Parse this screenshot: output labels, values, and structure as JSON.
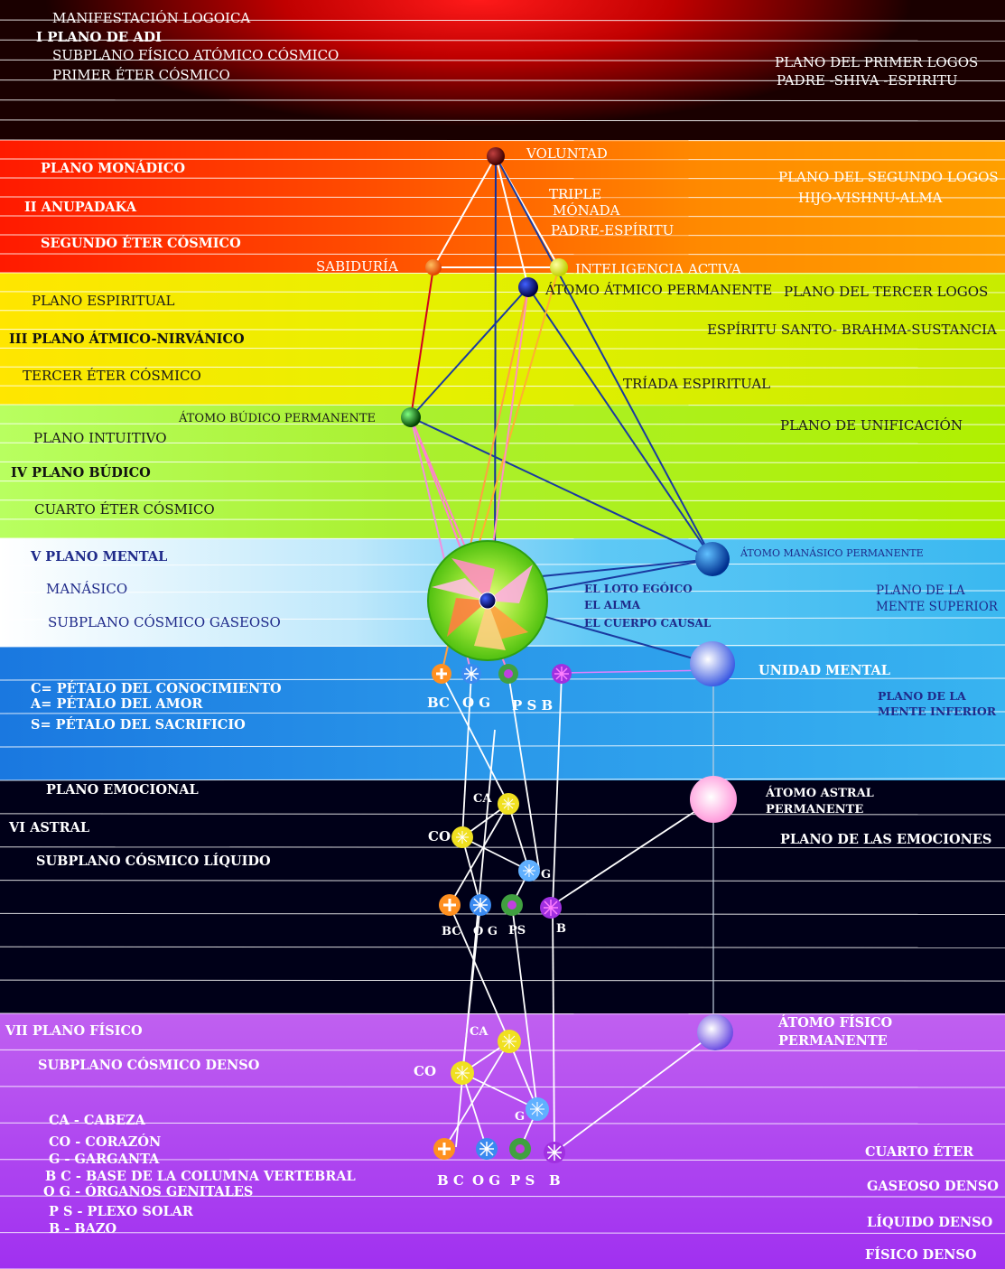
{
  "plane1": {
    "manifestacion": "MANIFESTACIÓN LOGOICA",
    "title": "I   PLANO DE ADI",
    "sub1": "SUBPLANO FÍSICO ATÓMICO CÓSMICO",
    "sub2": "PRIMER ÉTER CÓSMICO",
    "right1": "PLANO DEL PRIMER LOGOS",
    "right2": "PADRE -SHIVA -ESPIRITU"
  },
  "plane2": {
    "title": "PLANO MONÁDICO",
    "name": "II ANUPADAKA",
    "ether": "SEGUNDO ÉTER CÓSMICO",
    "right1": "PLANO DEL SEGUNDO LOGOS",
    "right2": "HIJO-VISHNU-ALMA",
    "voluntad": "VOLUNTAD",
    "triple": "TRIPLE",
    "monada": "MÓNADA",
    "padre": "PADRE-ESPÍRITU",
    "sabiduria": "SABIDURÍA",
    "inteligencia": "INTELIGENCIA ACTIVA"
  },
  "plane3": {
    "espiritual": "PLANO ESPIRITUAL",
    "title": "III PLANO ÁTMICO-NIRVÁNICO",
    "ether": "TERCER ÉTER CÓSMICO",
    "atomo": "ÁTOMO ÁTMICO  PERMANENTE",
    "right1": "PLANO DEL TERCER LOGOS",
    "right2": "ESPÍRITU SANTO- BRAHMA-SUSTANCIA",
    "triada": "TRÍADA ESPIRITUAL"
  },
  "plane4": {
    "atomo": "ÁTOMO BÚDICO PERMANENTE",
    "intuitivo": "PLANO INTUITIVO",
    "title": "IV PLANO BÚDICO",
    "ether": "CUARTO ÉTER CÓSMICO",
    "right": "PLANO DE UNIFICACIÓN"
  },
  "plane5": {
    "title": "V PLANO MENTAL",
    "manasico": "MANÁSICO",
    "sub": "SUBPLANO CÓSMICO GASEOSO",
    "atomo": "ÁTOMO MANÁSICO PERMANENTE",
    "loto": "EL LOTO EGÓICO",
    "alma": "EL ALMA",
    "causal": "EL CUERPO CAUSAL",
    "superior1": "PLANO DE LA",
    "superior2": "MENTE SUPERIOR",
    "unidad": "UNIDAD MENTAL",
    "inferior1": "PLANO   DE   LA",
    "inferior2": "MENTE INFERIOR",
    "petalo_c": "C= PÉTALO DEL CONOCIMIENTO",
    "petalo_a": "A= PÉTALO DEL AMOR",
    "petalo_s": "S= PÉTALO DEL SACRIFICIO",
    "bc": "BC",
    "og": "O G",
    "psb": "P S  B"
  },
  "plane6": {
    "emocional": "PLANO EMOCIONAL",
    "title": "VI    ASTRAL",
    "sub": "SUBPLANO  CÓSMICO LÍQUIDO",
    "atomo1": "ÁTOMO ASTRAL",
    "atomo2": "PERMANENTE",
    "right": "PLANO DE LAS EMOCIONES",
    "ca": "CA",
    "co": "CO",
    "g": "G",
    "bc": "BC",
    "og": "O G",
    "ps": "PS",
    "b": "B"
  },
  "plane7": {
    "title": "VII   PLANO FÍSICO",
    "sub": "SUBPLANO CÓSMICO DENSO",
    "atomo1": "ÁTOMO FÍSICO",
    "atomo2": "PERMANENTE",
    "ca": "CA",
    "co": "CO",
    "g": "G",
    "bc": "B C",
    "og": "O G",
    "ps": "P S",
    "b": "B",
    "legend": [
      "CA  - CABEZA",
      "CO -  CORAZÓN",
      "G   -  GARGANTA",
      "B C - BASE DE LA COLUMNA VERTEBRAL",
      "O G - ÓRGANOS GENITALES",
      "P S - PLEXO SOLAR",
      "B   - BAZO"
    ],
    "sub_right": [
      "CUARTO ÉTER",
      "GASEOSO DENSO",
      "LÍQUIDO DENSO",
      "FÍSICO DENSO"
    ]
  },
  "colors": {
    "plane1": "#d40000",
    "plane2": "#ff7a00",
    "plane3": "#e6f000",
    "plane4": "#aef010",
    "plane5": "#5ec8f5",
    "plane6": "#0010c8",
    "plane7": "#b040f0"
  }
}
